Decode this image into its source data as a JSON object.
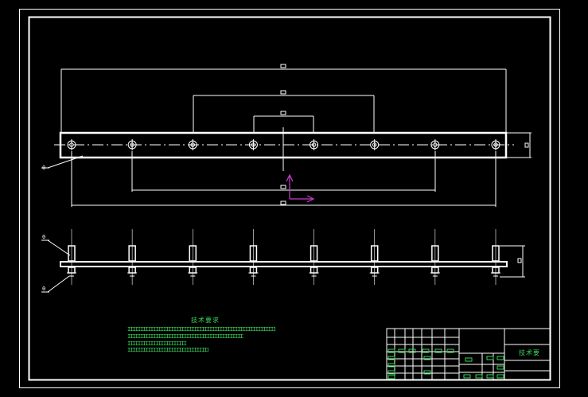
{
  "drawing": {
    "background": "#000000",
    "line_color": "#ffffff",
    "text_color": "#39d65a",
    "ucs_color": "#c83cc8",
    "hole_count": 8,
    "part_balloons": [
      "0",
      "0",
      "0"
    ]
  },
  "notes": {
    "title": "技术要求",
    "lines": [
      "IIIIIIIIIIIIIIIIIIIIIIIIIIIIIIIIIIIIIIIIIIIIIIIIIIIIIIIIIIIIIIII",
      "IIIIIIIIIIIIIIIIIIIIIIIIIIIIIIIIIIIIIIIIIIIIIIIIIIII",
      "IIIIIIIIIIIIIIIIIIIIIII",
      "IIIIIIIIIIIIIIIIIIIIIIIIIIIIIIIIII"
    ]
  },
  "title_block": {
    "label": "技术要"
  }
}
